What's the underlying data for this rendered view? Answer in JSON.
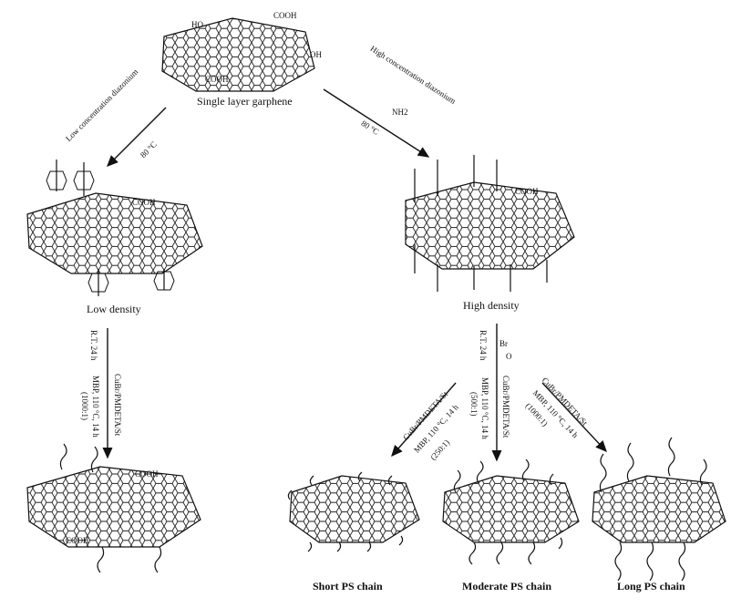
{
  "labels": {
    "single_layer": "Single layer garphene",
    "low_density": "Low density",
    "high_density": "High density",
    "short_chain": "Short PS chain",
    "moderate_chain": "Moderate PS chain",
    "long_chain": "Long PS chain"
  },
  "arrows": {
    "low_conc": "Low concentration diazonium",
    "high_conc": "High concentration diazonium",
    "cond_80": "80 °C",
    "rt_24h": "R.T. 24 h",
    "cat_low": "CuBr/PMDETA/St",
    "mbp_low": "MBP, 110 °C, 14 h",
    "ratio_low": "(1000:1)",
    "cat_short": "CuBr/PMDETA/St",
    "mbp_short": "MBP, 110 °C, 14 h",
    "ratio_short": "(250:1)",
    "cat_mod": "CuBr/PMDETA/St",
    "mbp_mod": "MBP, 110 °C, 14 h",
    "ratio_mod": "(500:1)",
    "cat_long": "CuBr/PMDETA/St",
    "mbp_long": "MBP, 110 °C, 14 h",
    "ratio_long": "(1000:1)"
  },
  "groups": {
    "oh": "OH",
    "cooh": "COOH",
    "ho": "HO",
    "nh2": "NH2",
    "br": "Br",
    "o": "O"
  }
}
